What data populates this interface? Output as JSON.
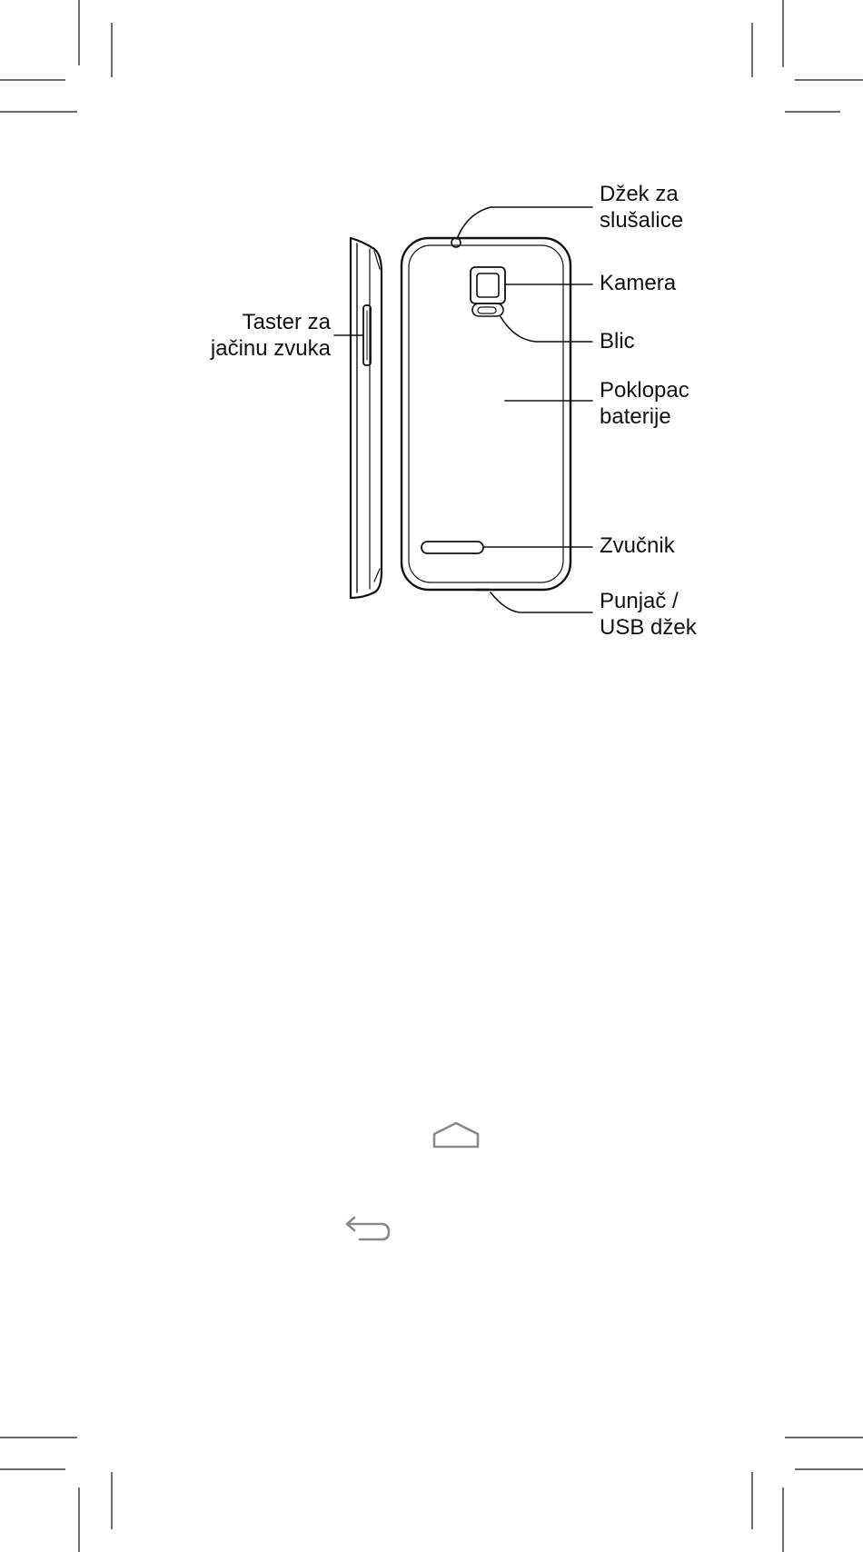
{
  "labels": {
    "headphone_jack": [
      "Džek za",
      "slušalice"
    ],
    "camera": [
      "Kamera"
    ],
    "flash": [
      "Blic"
    ],
    "battery_cover": [
      "Poklopac",
      "baterije"
    ],
    "speaker": [
      "Zvučnik"
    ],
    "charger_usb": [
      "Punjač /",
      "USB džek"
    ],
    "volume_button": [
      "Taster za",
      "jačinu zvuka"
    ]
  },
  "icons": {
    "home": "home-outline-icon",
    "back": "back-arrow-icon"
  },
  "colors": {
    "line": "#111111",
    "icon": "#8a8a8a",
    "crop_marks": "#111111"
  }
}
